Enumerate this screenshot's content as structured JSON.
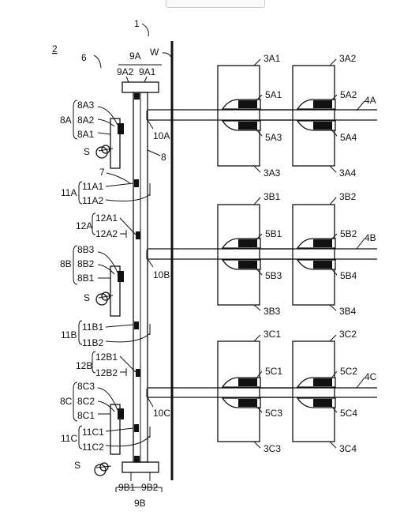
{
  "labels": {
    "device": "1",
    "system": "2",
    "wall": "W",
    "unit6": "6",
    "rail": "7",
    "line8": "8",
    "top9A": "9A",
    "top9A2": "9A2",
    "top9A1": "9A1",
    "bottom9B": "9B",
    "bottom9B1": "9B1",
    "bottom9B2": "9B2",
    "g8A": "8A",
    "g8A3": "8A3",
    "g8A2": "8A2",
    "g8A1": "8A1",
    "g8B": "8B",
    "g8B3": "8B3",
    "g8B2": "8B2",
    "g8B1": "8B1",
    "g8C": "8C",
    "g8C3": "8C3",
    "g8C2": "8C2",
    "g8C1": "8C1",
    "g11A": "11A",
    "g11A1": "11A1",
    "g11A2": "11A2",
    "g11B": "11B",
    "g11B1": "11B1",
    "g11B2": "11B2",
    "g11C": "11C",
    "g11C1": "11C1",
    "g11C2": "11C2",
    "g12A": "12A",
    "g12A1": "12A1",
    "g12A2": "12A2",
    "g12B": "12B",
    "g12B1": "12B1",
    "g12B2": "12B2",
    "j10A": "10A",
    "j10B": "10B",
    "j10C": "10C",
    "sA": "S",
    "sB": "S",
    "sC": "S",
    "b3A1": "3A1",
    "b3A2": "3A2",
    "b3A3": "3A3",
    "b3A4": "3A4",
    "b3B1": "3B1",
    "b3B2": "3B2",
    "b3B3": "3B3",
    "b3B4": "3B4",
    "b3C1": "3C1",
    "b3C2": "3C2",
    "b3C3": "3C3",
    "b3C4": "3C4",
    "c5A1": "5A1",
    "c5A2": "5A2",
    "c5A3": "5A3",
    "c5A4": "5A4",
    "c5B1": "5B1",
    "c5B2": "5B2",
    "c5B3": "5B3",
    "c5B4": "5B4",
    "c5C1": "5C1",
    "c5C2": "5C2",
    "c5C3": "5C3",
    "c5C4": "5C4",
    "p4A": "4A",
    "p4B": "4B",
    "p4C": "4C"
  }
}
